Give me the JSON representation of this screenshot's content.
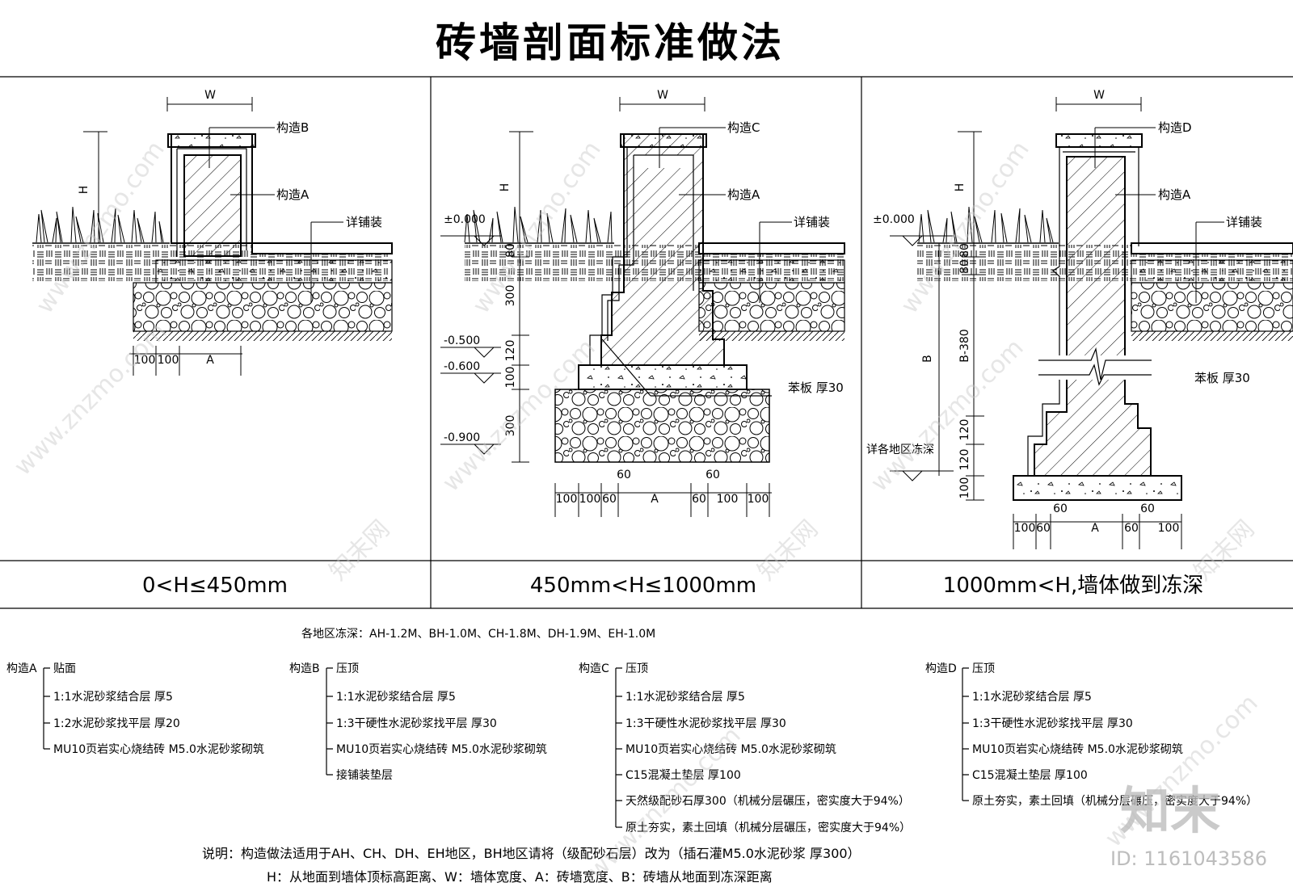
{
  "title": "砖墙剖面标准做法",
  "panels": [
    {
      "caption": "0<H≤450mm",
      "dim_w": "W",
      "dim_h": "H",
      "label_top": "构造B",
      "label_core": "构造A",
      "label_paving": "详铺装",
      "bottom_dims": [
        "100",
        "100",
        "A"
      ]
    },
    {
      "caption": "450mm<H≤1000mm",
      "dim_w": "W",
      "dim_h": "H",
      "label_top": "构造C",
      "label_core": "构造A",
      "label_paving": "详铺装",
      "label_board": "苯板 厚30",
      "elevations": [
        "±0.000",
        "-0.500",
        "-0.600",
        "-0.900"
      ],
      "vert_dims": [
        "80",
        "300",
        "120",
        "100",
        "300"
      ],
      "offsets": [
        "60",
        "60"
      ],
      "bottom_dims": [
        "100",
        "100",
        "60",
        "A",
        "60",
        "100",
        "100"
      ]
    },
    {
      "caption": "1000mm<H,墙体做到冻深",
      "dim_w": "W",
      "dim_h": "H",
      "dim_b": "B",
      "label_top": "构造D",
      "label_core": "构造A",
      "label_paving": "详铺装",
      "label_board": "苯板 厚30",
      "elevations": [
        "±0.000"
      ],
      "frost_label": "详各地区冻深",
      "vert_dims": [
        "80",
        "80",
        "B-380",
        "120",
        "120",
        "100"
      ],
      "offsets": [
        "60",
        "60"
      ],
      "bottom_dims": [
        "100",
        "60",
        "A",
        "60",
        "100"
      ]
    }
  ],
  "frost_depth": "各地区冻深：AH-1.2M、BH-1.0M、CH-1.8M、DH-1.9M、EH-1.0M",
  "legends": [
    {
      "name": "构造A",
      "items": [
        "贴面",
        "1:1水泥砂浆结合层 厚5",
        "1:2水泥砂浆找平层 厚20",
        "MU10页岩实心烧结砖 M5.0水泥砂浆砌筑"
      ]
    },
    {
      "name": "构造B",
      "items": [
        "压顶",
        "1:1水泥砂浆结合层 厚5",
        "1:3干硬性水泥砂浆找平层 厚30",
        "MU10页岩实心烧结砖 M5.0水泥砂浆砌筑",
        "接铺装垫层"
      ]
    },
    {
      "name": "构造C",
      "items": [
        "压顶",
        "1:1水泥砂浆结合层 厚5",
        "1:3干硬性水泥砂浆找平层 厚30",
        "MU10页岩实心烧结砖 M5.0水泥砂浆砌筑",
        "C15混凝土垫层 厚100",
        "天然级配砂石厚300（机械分层碾压，密实度大于94%）",
        "原土夯实，素土回填（机械分层碾压，密实度大于94%）"
      ]
    },
    {
      "name": "构造D",
      "items": [
        "压顶",
        "1:1水泥砂浆结合层 厚5",
        "1:3干硬性水泥砂浆找平层 厚30",
        "MU10页岩实心烧结砖 M5.0水泥砂浆砌筑",
        "C15混凝土垫层 厚100",
        "原土夯实，素土回填（机械分层碾压，密实度大于94%）"
      ]
    }
  ],
  "notes": [
    "说明：构造做法适用于AH、CH、DH、EH地区，BH地区请将（级配砂石层）改为（插石灌M5.0水泥砂浆 厚300）",
    "H：从地面到墙体顶标高距离、W：墙体宽度、A：砖墙宽度、B：砖墙从地面到冻深距离"
  ],
  "watermarks": {
    "site": "www.znzmo.com",
    "brand": "知末网",
    "logo": "知末",
    "id": "ID: 1161043586"
  },
  "colors": {
    "line": "#000000",
    "watermark": "#c8c8c8"
  }
}
